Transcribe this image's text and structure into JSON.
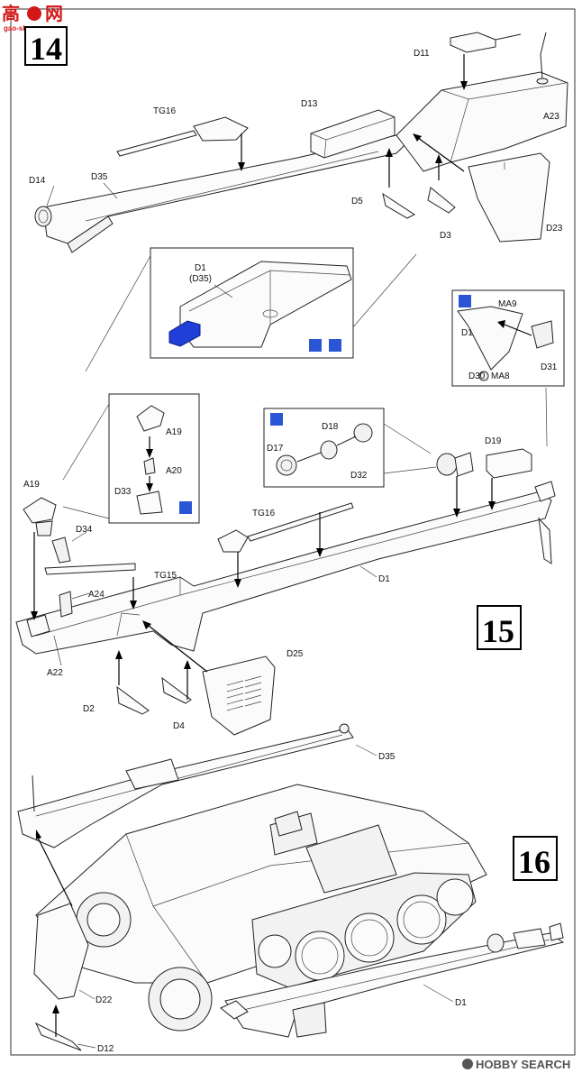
{
  "watermark_top": {
    "site": "高",
    "site2": "网",
    "url": "gao-shou.com"
  },
  "watermark_bottom": "HOBBY SEARCH",
  "steps": [
    {
      "number": "14"
    },
    {
      "number": "15"
    },
    {
      "number": "16"
    }
  ],
  "step14": {
    "labels": {
      "d11": "D11",
      "a23": "A23",
      "tg16": "TG16",
      "d13": "D13",
      "d14": "D14",
      "d35": "D35",
      "d5": "D5",
      "d3": "D3",
      "d23": "D23"
    },
    "detail": {
      "line1": "D1",
      "line2": "(D35)"
    }
  },
  "step15": {
    "labels": {
      "ma9": "MA9",
      "d1_right": "D1",
      "d30": "D30",
      "ma8": "MA8",
      "d31": "D31",
      "d18": "D18",
      "d17": "D17",
      "d32": "D32",
      "d19": "D19",
      "a19_box": "A19",
      "a20": "A20",
      "d33": "D33",
      "a19": "A19",
      "d34": "D34",
      "tg16": "TG16",
      "tg15": "TG15",
      "a24": "A24",
      "d1": "D1",
      "a22": "A22",
      "d25": "D25",
      "d2": "D2",
      "d4": "D4"
    }
  },
  "step16": {
    "labels": {
      "d35": "D35",
      "d22": "D22",
      "d1": "D1",
      "d12": "D12"
    }
  },
  "colors": {
    "highlight": "#1f3fd8",
    "ink": "#222222",
    "watermark_red": "#d4181a"
  }
}
